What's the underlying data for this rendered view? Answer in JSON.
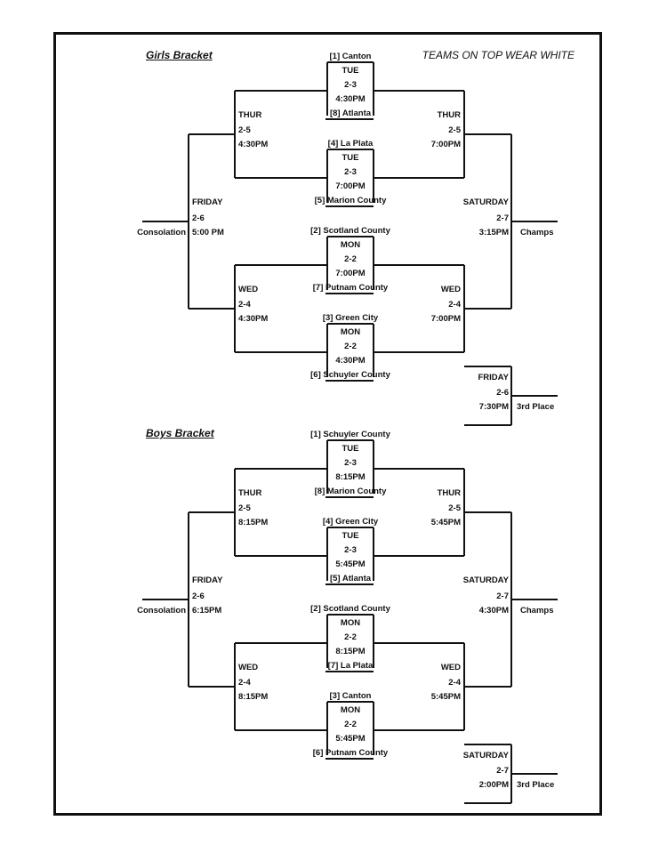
{
  "note": "TEAMS ON TOP WEAR WHITE",
  "girls": {
    "title": "Girls Bracket",
    "g1": {
      "top": "[1]  Canton",
      "day": "TUE",
      "date": "2-3",
      "time": "4:30PM",
      "bottom": "[8] Atlanta"
    },
    "g2": {
      "top": "[4] La Plata",
      "day": "TUE",
      "date": "2-3",
      "time": "7:00PM",
      "bottom": "[5] Marion County"
    },
    "g3": {
      "top": "[2] Scotland County",
      "day": "MON",
      "date": "2-2",
      "time": "7:00PM",
      "bottom": "[7] Putnam County"
    },
    "g4": {
      "top": "[3] Green City",
      "day": "MON",
      "date": "2-2",
      "time": "4:30PM",
      "bottom": "[6] Schuyler County"
    },
    "sl1": {
      "day": "THUR",
      "date": "2-5",
      "time": "4:30PM"
    },
    "sr1": {
      "day": "THUR",
      "date": "2-5",
      "time": "7:00PM"
    },
    "sl2": {
      "day": "WED",
      "date": "2-4",
      "time": "4:30PM"
    },
    "sr2": {
      "day": "WED",
      "date": "2-4",
      "time": "7:00PM"
    },
    "cons": {
      "day": "FRIDAY",
      "date": "2-6",
      "time": "5:00 PM",
      "label": "Consolation"
    },
    "champ": {
      "day": "SATURDAY",
      "date": "2-7",
      "time": "3:15PM",
      "label": "Champs"
    },
    "third": {
      "day": "FRIDAY",
      "date": "2-6",
      "time": "7:30PM",
      "label": "3rd Place"
    }
  },
  "boys": {
    "title": "Boys Bracket",
    "g1": {
      "top": "[1] Schuyler County",
      "day": "TUE",
      "date": "2-3",
      "time": "8:15PM",
      "bottom": "[8] Marion County"
    },
    "g2": {
      "top": "[4] Green City",
      "day": "TUE",
      "date": "2-3",
      "time": "5:45PM",
      "bottom": "[5] Atlanta"
    },
    "g3": {
      "top": "[2] Scotland County",
      "day": "MON",
      "date": "2-2",
      "time": "8:15PM",
      "bottom": "[7] La Plata"
    },
    "g4": {
      "top": "[3] Canton",
      "day": "MON",
      "date": "2-2",
      "time": "5:45PM",
      "bottom": "[6] Putnam County"
    },
    "sl1": {
      "day": "THUR",
      "date": "2-5",
      "time": "8:15PM"
    },
    "sr1": {
      "day": "THUR",
      "date": "2-5",
      "time": "5:45PM"
    },
    "sl2": {
      "day": "WED",
      "date": "2-4",
      "time": "8:15PM"
    },
    "sr2": {
      "day": "WED",
      "date": "2-4",
      "time": "5:45PM"
    },
    "cons": {
      "day": "FRIDAY",
      "date": "2-6",
      "time": "6:15PM",
      "label": "Consolation"
    },
    "champ": {
      "day": "SATURDAY",
      "date": "2-7",
      "time": "4:30PM",
      "label": "Champs"
    },
    "third": {
      "day": "SATURDAY",
      "date": "2-7",
      "time": "2:00PM",
      "label": "3rd Place"
    }
  }
}
